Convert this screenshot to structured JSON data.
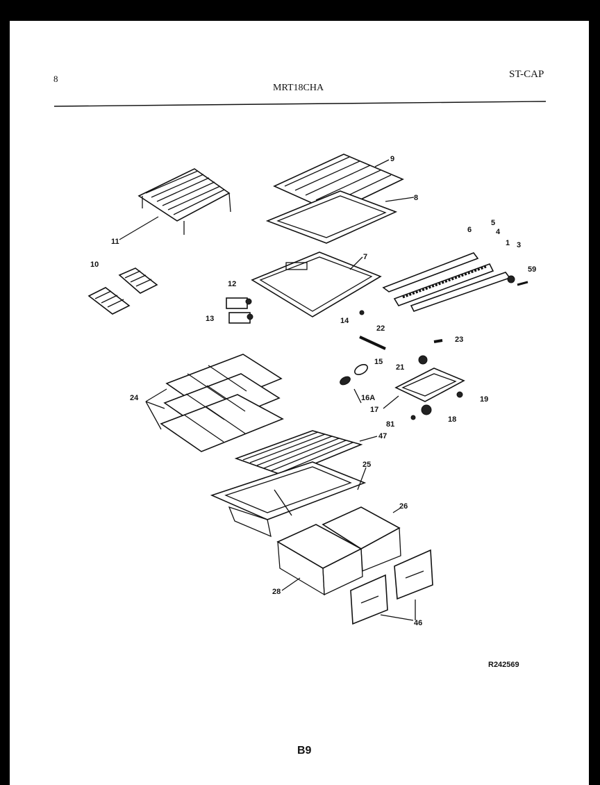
{
  "header": {
    "page_number": "8",
    "model": "MRT18CHA",
    "code": "ST-CAP"
  },
  "diagram": {
    "callouts": [
      "9",
      "8",
      "11",
      "7",
      "6",
      "5",
      "4",
      "1",
      "3",
      "59",
      "10",
      "12",
      "13",
      "14",
      "22",
      "23",
      "15",
      "21",
      "16A",
      "17",
      "19",
      "81",
      "18",
      "24",
      "47",
      "25",
      "26",
      "28",
      "46"
    ]
  },
  "footer": {
    "ref_code": "R242569",
    "page_code": "B9"
  }
}
